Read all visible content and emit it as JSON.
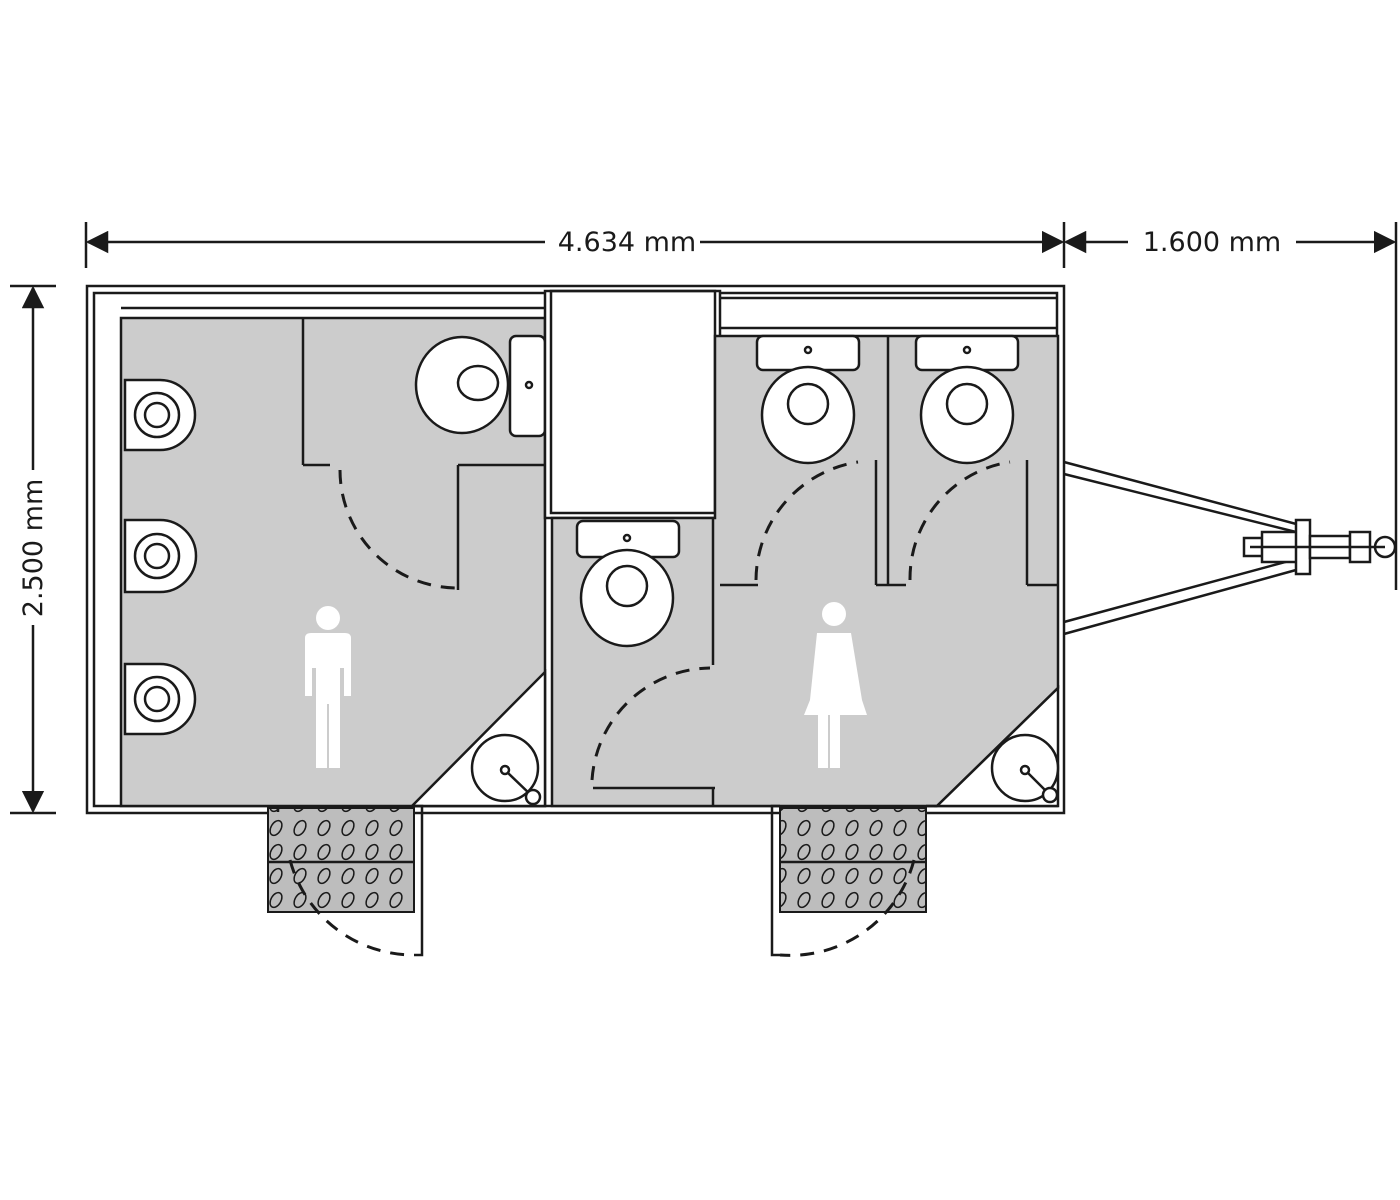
{
  "dimensions": {
    "length": "4.634 mm",
    "drawbar": "1.600 mm",
    "width": "2.500 mm"
  },
  "rooms": {
    "men": {
      "symbol": "male-restroom-icon",
      "urinals": 3,
      "toilets": 1,
      "sinks": 1
    },
    "women": {
      "symbol": "female-restroom-icon",
      "toilets": 3,
      "sinks": 1
    }
  },
  "colors": {
    "floor": "#cccccc",
    "lines": "#1a1a1a",
    "steps": "#bdbdbd"
  }
}
